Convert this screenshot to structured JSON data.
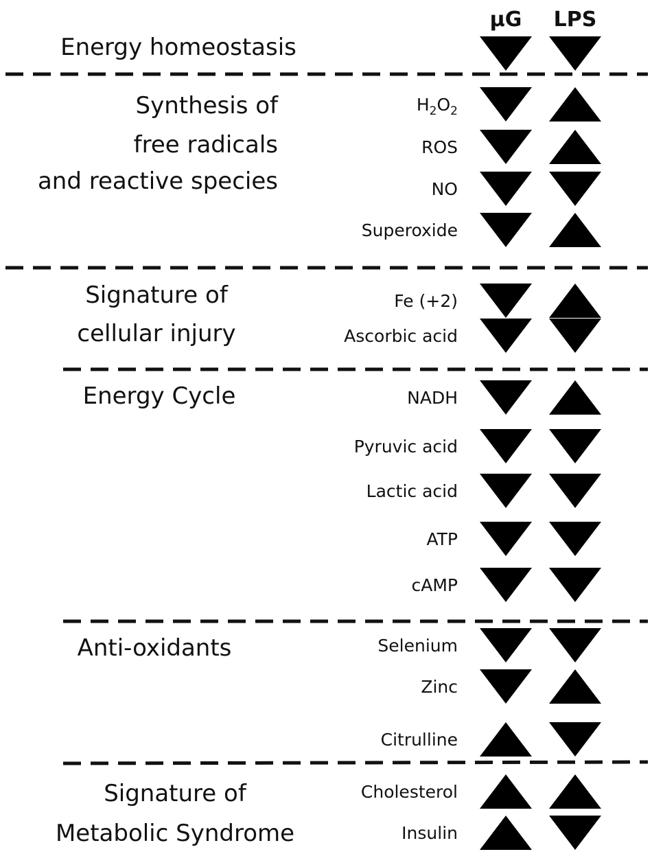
{
  "columns": [
    "μG",
    "LPS"
  ],
  "groups": [
    {
      "title_lines": [
        "Energy homeostasis"
      ],
      "items": [
        {
          "label": "",
          "mu_g": "down",
          "lps": "down"
        }
      ]
    },
    {
      "title_lines": [
        "Synthesis of",
        "free radicals",
        "and reactive species"
      ],
      "items": [
        {
          "label": "H2O2",
          "mu_g": "down",
          "lps": "up"
        },
        {
          "label": "ROS",
          "mu_g": "down",
          "lps": "up"
        },
        {
          "label": "NO",
          "mu_g": "down",
          "lps": "down"
        },
        {
          "label": "Superoxide",
          "mu_g": "down",
          "lps": "up"
        }
      ]
    },
    {
      "title_lines": [
        "Signature of",
        "cellular injury"
      ],
      "items": [
        {
          "label": "Fe (+2)",
          "mu_g": "down",
          "lps": "up"
        },
        {
          "label": "Ascorbic acid",
          "mu_g": "down",
          "lps": "down"
        }
      ]
    },
    {
      "title_lines": [
        "Energy Cycle"
      ],
      "items": [
        {
          "label": "NADH",
          "mu_g": "down",
          "lps": "up"
        },
        {
          "label": "Pyruvic acid",
          "mu_g": "down",
          "lps": "down"
        },
        {
          "label": "Lactic acid",
          "mu_g": "down",
          "lps": "down"
        },
        {
          "label": "ATP",
          "mu_g": "down",
          "lps": "down"
        },
        {
          "label": "cAMP",
          "mu_g": "down",
          "lps": "down"
        }
      ]
    },
    {
      "title_lines": [
        "Anti-oxidants"
      ],
      "items": [
        {
          "label": "Selenium",
          "mu_g": "down",
          "lps": "down"
        },
        {
          "label": "Zinc",
          "mu_g": "down",
          "lps": "up"
        },
        {
          "label": "Citrulline",
          "mu_g": "up",
          "lps": "down"
        }
      ]
    },
    {
      "title_lines": [
        "Signature of",
        "Metabolic Syndrome"
      ],
      "items": [
        {
          "label": "Cholesterol",
          "mu_g": "up",
          "lps": "up"
        },
        {
          "label": "Insulin",
          "mu_g": "up",
          "lps": "down"
        }
      ]
    }
  ]
}
